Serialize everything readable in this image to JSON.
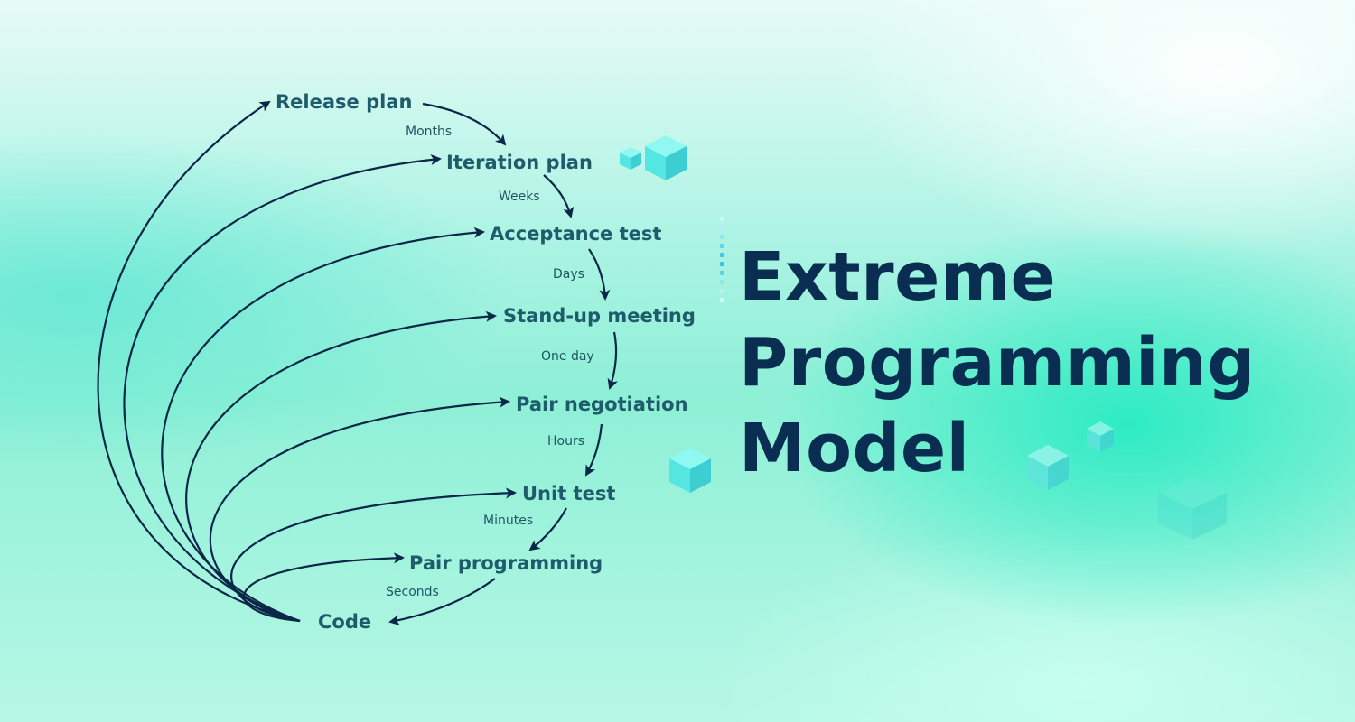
{
  "title": {
    "lines": [
      "Extreme",
      "Programming",
      "Model"
    ]
  },
  "steps": [
    {
      "label": "Release plan"
    },
    {
      "label": "Iteration plan"
    },
    {
      "label": "Acceptance test"
    },
    {
      "label": "Stand-up meeting"
    },
    {
      "label": "Pair negotiation"
    },
    {
      "label": "Unit test"
    },
    {
      "label": "Pair programming"
    },
    {
      "label": "Code"
    }
  ],
  "intervals": [
    "Months",
    "Weeks",
    "Days",
    "One day",
    "Hours",
    "Minutes",
    "Seconds"
  ],
  "colors": {
    "title": "#0a2d52",
    "node_text": "#1e5b6b",
    "arrow": "#0b2748",
    "cube_light": "#7ef6ee",
    "cube_mid": "#4fe3e0",
    "cube_dark": "#33c9cf"
  }
}
